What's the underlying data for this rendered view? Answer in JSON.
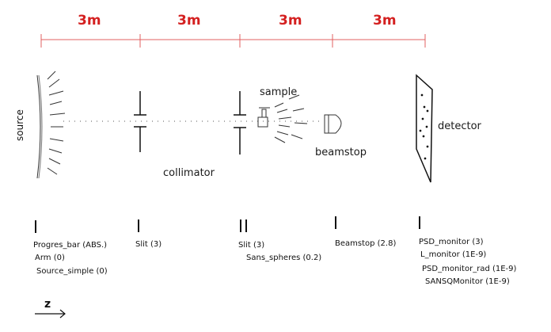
{
  "distances": [
    "3m",
    "3m",
    "3m",
    "3m"
  ],
  "labels": {
    "source": "source",
    "collimator": "collimator",
    "sample": "sample",
    "beamstop": "beamstop",
    "detector": "detector"
  },
  "axis": {
    "label": "z"
  },
  "component_groups": [
    {
      "items": [
        "Progres_bar (ABS.)",
        "Arm (0)",
        "Source_simple (0)"
      ]
    },
    {
      "items": [
        "Slit (3)"
      ]
    },
    {
      "items": [
        "Slit (3)",
        "Sans_spheres (0.2)"
      ]
    },
    {
      "items": [
        "Beamstop (2.8)"
      ]
    },
    {
      "items": [
        "PSD_monitor (3)",
        "L_monitor (1E-9)",
        "PSD_monitor_rad (1E-9)",
        "SANSQMonitor (1E-9)"
      ]
    }
  ],
  "colors": {
    "distance": "#d42020",
    "ruler": "#e06060",
    "ink": "#111111"
  }
}
